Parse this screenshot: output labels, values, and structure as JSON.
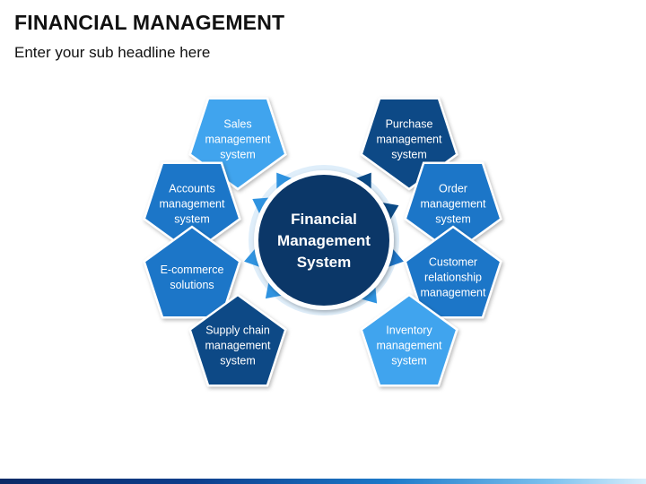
{
  "header": {
    "title": "FINANCIAL MANAGEMENT",
    "subtitle": "Enter your sub headline here"
  },
  "diagram": {
    "center": {
      "lines": [
        "Financial",
        "Management",
        "System"
      ]
    },
    "colors": {
      "center": "#0b3768",
      "center_ring": "#ffffff",
      "arrow_light": "#2f93e0",
      "dark": "#0b4a86",
      "mid": "#1f76c8",
      "light": "#3fa4ee"
    },
    "nodes": [
      {
        "id": "sales",
        "lines": [
          "Sales",
          "management",
          "system"
        ],
        "tone": "light"
      },
      {
        "id": "accounts",
        "lines": [
          "Accounts",
          "management",
          "system"
        ],
        "tone": "mid"
      },
      {
        "id": "ecommerce",
        "lines": [
          "E-commerce",
          "solutions"
        ],
        "tone": "mid"
      },
      {
        "id": "supply-chain",
        "lines": [
          "Supply chain",
          "management",
          "system"
        ],
        "tone": "dark"
      },
      {
        "id": "purchase",
        "lines": [
          "Purchase",
          "management",
          "system"
        ],
        "tone": "dark"
      },
      {
        "id": "order",
        "lines": [
          "Order",
          "management",
          "system"
        ],
        "tone": "mid"
      },
      {
        "id": "customer",
        "lines": [
          "Customer",
          "relationship",
          "management"
        ],
        "tone": "mid"
      },
      {
        "id": "inventory",
        "lines": [
          "Inventory",
          "management",
          "system"
        ],
        "tone": "light"
      }
    ]
  }
}
